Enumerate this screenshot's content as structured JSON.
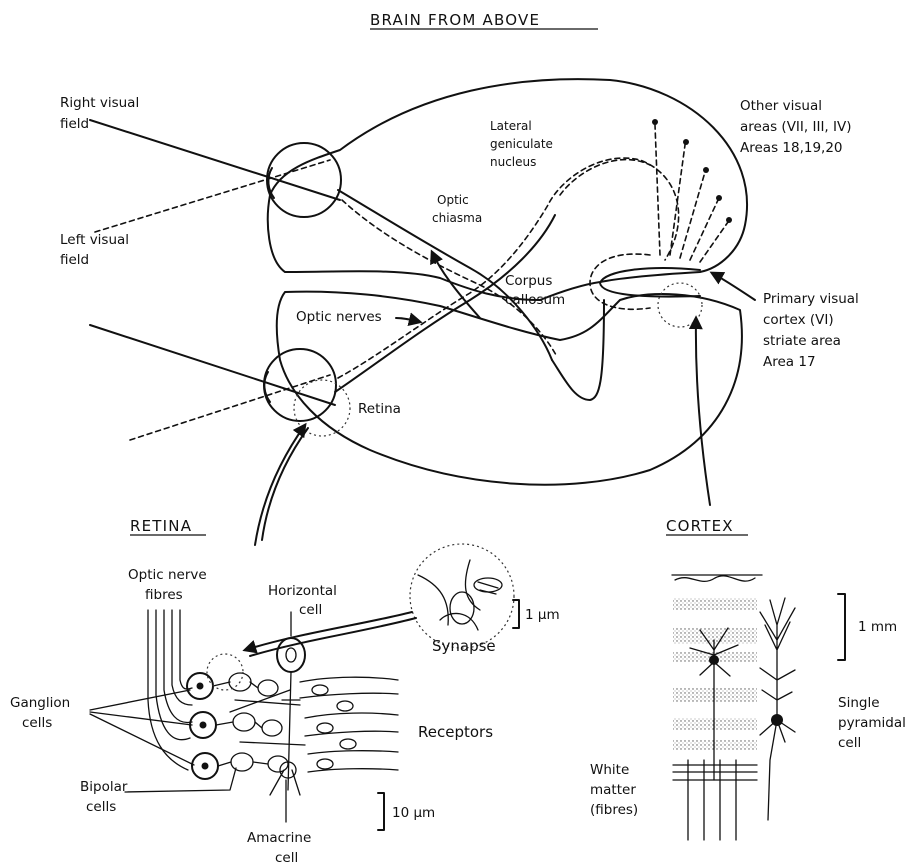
{
  "brain": {
    "title": "BRAIN FROM ABOVE",
    "labels": {
      "right_visual_field_1": "Right visual",
      "right_visual_field_2": "field",
      "left_visual_field_1": "Left visual",
      "left_visual_field_2": "field",
      "lgn_1": "Lateral",
      "lgn_2": "geniculate",
      "lgn_3": "nucleus",
      "chiasma_1": "Optic",
      "chiasma_2": "chiasma",
      "optic_nerves": "Optic nerves",
      "corpus_1": "Corpus",
      "corpus_2": "callosum",
      "retina": "Retina",
      "other_visual_1": "Other visual",
      "other_visual_2": "areas (VII, III, IV)",
      "other_visual_3": "Areas 18,19,20",
      "primary_1": "Primary visual",
      "primary_2": "cortex (VI)",
      "primary_3": "striate area",
      "primary_4": "Area 17"
    }
  },
  "retina_panel": {
    "title": "RETINA",
    "labels": {
      "optic_fibres_1": "Optic nerve",
      "optic_fibres_2": "fibres",
      "horizontal_1": "Horizontal",
      "horizontal_2": "cell",
      "synapse": "Synapse",
      "scale_synapse": "1 μm",
      "ganglion_1": "Ganglion",
      "ganglion_2": "cells",
      "receptors": "Receptors",
      "bipolar_1": "Bipolar",
      "bipolar_2": "cells",
      "amacrine_1": "Amacrine",
      "amacrine_2": "cell",
      "scale_retina": "10 μm"
    }
  },
  "cortex_panel": {
    "title": "CORTEX",
    "labels": {
      "scale_cortex": "1 mm",
      "single_1": "Single",
      "single_2": "pyramidal",
      "single_3": "cell",
      "white_1": "White",
      "white_2": "matter",
      "white_3": "(fibres)"
    }
  }
}
